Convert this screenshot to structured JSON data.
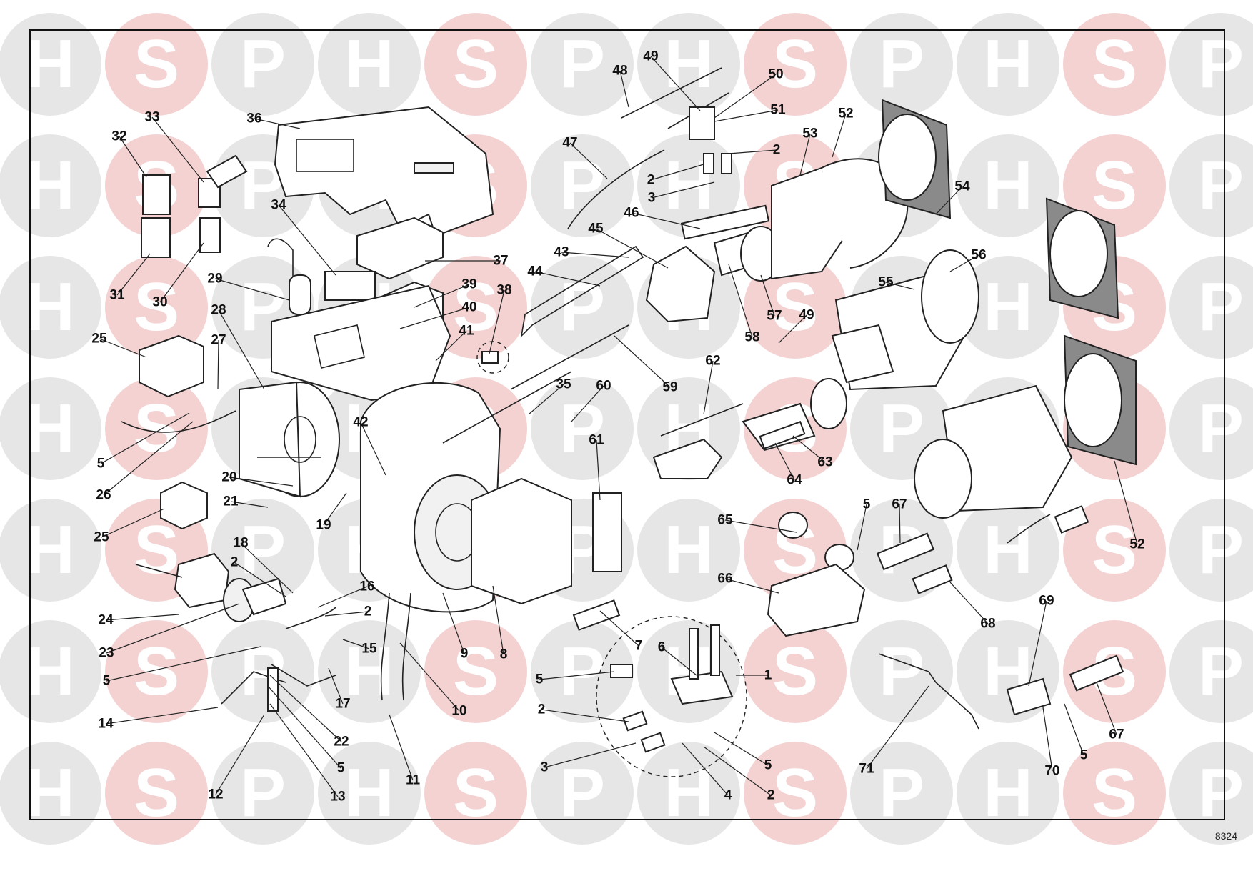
{
  "watermark": {
    "letters": [
      "H",
      "S",
      "P"
    ],
    "circle_color": "#e6e6e6",
    "circle_color_accent": "#f4d2d2",
    "letter_color": "#ffffff"
  },
  "diagram_ref": "8324",
  "labels": [
    {
      "id": "l-32",
      "text": "32"
    },
    {
      "id": "l-33",
      "text": "33"
    },
    {
      "id": "l-36",
      "text": "36"
    },
    {
      "id": "l-31",
      "text": "31"
    },
    {
      "id": "l-30",
      "text": "30"
    },
    {
      "id": "l-34",
      "text": "34"
    },
    {
      "id": "l-37",
      "text": "37"
    },
    {
      "id": "l-29",
      "text": "29"
    },
    {
      "id": "l-28",
      "text": "28"
    },
    {
      "id": "l-39",
      "text": "39"
    },
    {
      "id": "l-38",
      "text": "38"
    },
    {
      "id": "l-40",
      "text": "40"
    },
    {
      "id": "l-41",
      "text": "41"
    },
    {
      "id": "l-25a",
      "text": "25"
    },
    {
      "id": "l-27",
      "text": "27"
    },
    {
      "id": "l-5a",
      "text": "5"
    },
    {
      "id": "l-26",
      "text": "26"
    },
    {
      "id": "l-42",
      "text": "42"
    },
    {
      "id": "l-20",
      "text": "20"
    },
    {
      "id": "l-21",
      "text": "21"
    },
    {
      "id": "l-19",
      "text": "19"
    },
    {
      "id": "l-25b",
      "text": "25"
    },
    {
      "id": "l-18",
      "text": "18"
    },
    {
      "id": "l-2a",
      "text": "2"
    },
    {
      "id": "l-16",
      "text": "16"
    },
    {
      "id": "l-2b",
      "text": "2"
    },
    {
      "id": "l-24",
      "text": "24"
    },
    {
      "id": "l-15",
      "text": "15"
    },
    {
      "id": "l-23",
      "text": "23"
    },
    {
      "id": "l-5b",
      "text": "5"
    },
    {
      "id": "l-17",
      "text": "17"
    },
    {
      "id": "l-14",
      "text": "14"
    },
    {
      "id": "l-22",
      "text": "22"
    },
    {
      "id": "l-5c",
      "text": "5"
    },
    {
      "id": "l-12",
      "text": "12"
    },
    {
      "id": "l-13",
      "text": "13"
    },
    {
      "id": "l-9",
      "text": "9"
    },
    {
      "id": "l-8",
      "text": "8"
    },
    {
      "id": "l-10",
      "text": "10"
    },
    {
      "id": "l-11",
      "text": "11"
    },
    {
      "id": "l-35",
      "text": "35"
    },
    {
      "id": "l-60",
      "text": "60"
    },
    {
      "id": "l-61",
      "text": "61"
    },
    {
      "id": "l-59",
      "text": "59"
    },
    {
      "id": "l-47",
      "text": "47"
    },
    {
      "id": "l-48",
      "text": "48"
    },
    {
      "id": "l-49a",
      "text": "49"
    },
    {
      "id": "l-50",
      "text": "50"
    },
    {
      "id": "l-51",
      "text": "51"
    },
    {
      "id": "l-2c",
      "text": "2"
    },
    {
      "id": "l-2d",
      "text": "2"
    },
    {
      "id": "l-3a",
      "text": "3"
    },
    {
      "id": "l-53",
      "text": "53"
    },
    {
      "id": "l-52a",
      "text": "52"
    },
    {
      "id": "l-54",
      "text": "54"
    },
    {
      "id": "l-46",
      "text": "46"
    },
    {
      "id": "l-45",
      "text": "45"
    },
    {
      "id": "l-43",
      "text": "43"
    },
    {
      "id": "l-44",
      "text": "44"
    },
    {
      "id": "l-56",
      "text": "56"
    },
    {
      "id": "l-55",
      "text": "55"
    },
    {
      "id": "l-57",
      "text": "57"
    },
    {
      "id": "l-58",
      "text": "58"
    },
    {
      "id": "l-49b",
      "text": "49"
    },
    {
      "id": "l-62",
      "text": "62"
    },
    {
      "id": "l-63",
      "text": "63"
    },
    {
      "id": "l-64",
      "text": "64"
    },
    {
      "id": "l-65",
      "text": "65"
    },
    {
      "id": "l-5d",
      "text": "5"
    },
    {
      "id": "l-67a",
      "text": "67"
    },
    {
      "id": "l-52b",
      "text": "52"
    },
    {
      "id": "l-66",
      "text": "66"
    },
    {
      "id": "l-68",
      "text": "68"
    },
    {
      "id": "l-69",
      "text": "69"
    },
    {
      "id": "l-7",
      "text": "7"
    },
    {
      "id": "l-6",
      "text": "6"
    },
    {
      "id": "l-1",
      "text": "1"
    },
    {
      "id": "l-5e",
      "text": "5"
    },
    {
      "id": "l-2e",
      "text": "2"
    },
    {
      "id": "l-3b",
      "text": "3"
    },
    {
      "id": "l-5f",
      "text": "5"
    },
    {
      "id": "l-4",
      "text": "4"
    },
    {
      "id": "l-2f",
      "text": "2"
    },
    {
      "id": "l-71",
      "text": "71"
    },
    {
      "id": "l-70",
      "text": "70"
    },
    {
      "id": "l-5g",
      "text": "5"
    },
    {
      "id": "l-67b",
      "text": "67"
    }
  ]
}
